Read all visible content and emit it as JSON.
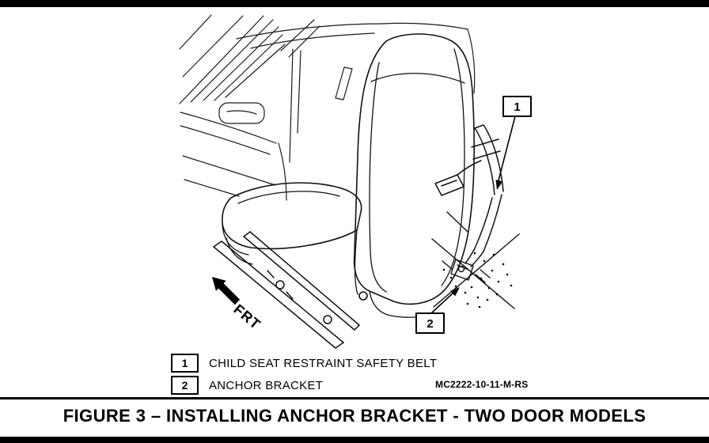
{
  "colors": {
    "ink": "#000000",
    "paper": "#ffffff"
  },
  "figure": {
    "caption": "FIGURE 3 –  INSTALLING ANCHOR BRACKET - TWO DOOR MODELS",
    "part_code": "MC2222-10-11-M-RS",
    "frt_label": "FRT"
  },
  "callouts": [
    {
      "number": "1",
      "label": "CHILD SEAT RESTRAINT SAFETY BELT"
    },
    {
      "number": "2",
      "label": "ANCHOR BRACKET"
    }
  ]
}
